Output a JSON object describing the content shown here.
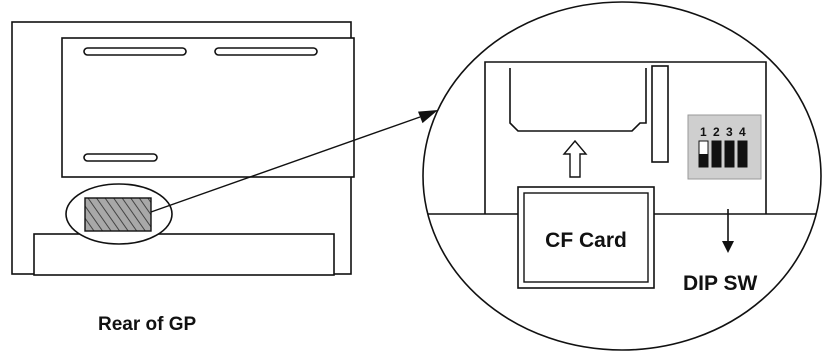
{
  "labels": {
    "rear_caption": "Rear of GP",
    "cf_card": "CF Card",
    "dip_sw": "DIP SW",
    "dip_numbers": [
      "1",
      "2",
      "3",
      "4"
    ]
  },
  "colors": {
    "stroke": "#111111",
    "switch_panel": "#cfcfcf",
    "hatch_fill": "#9a9a9a"
  }
}
